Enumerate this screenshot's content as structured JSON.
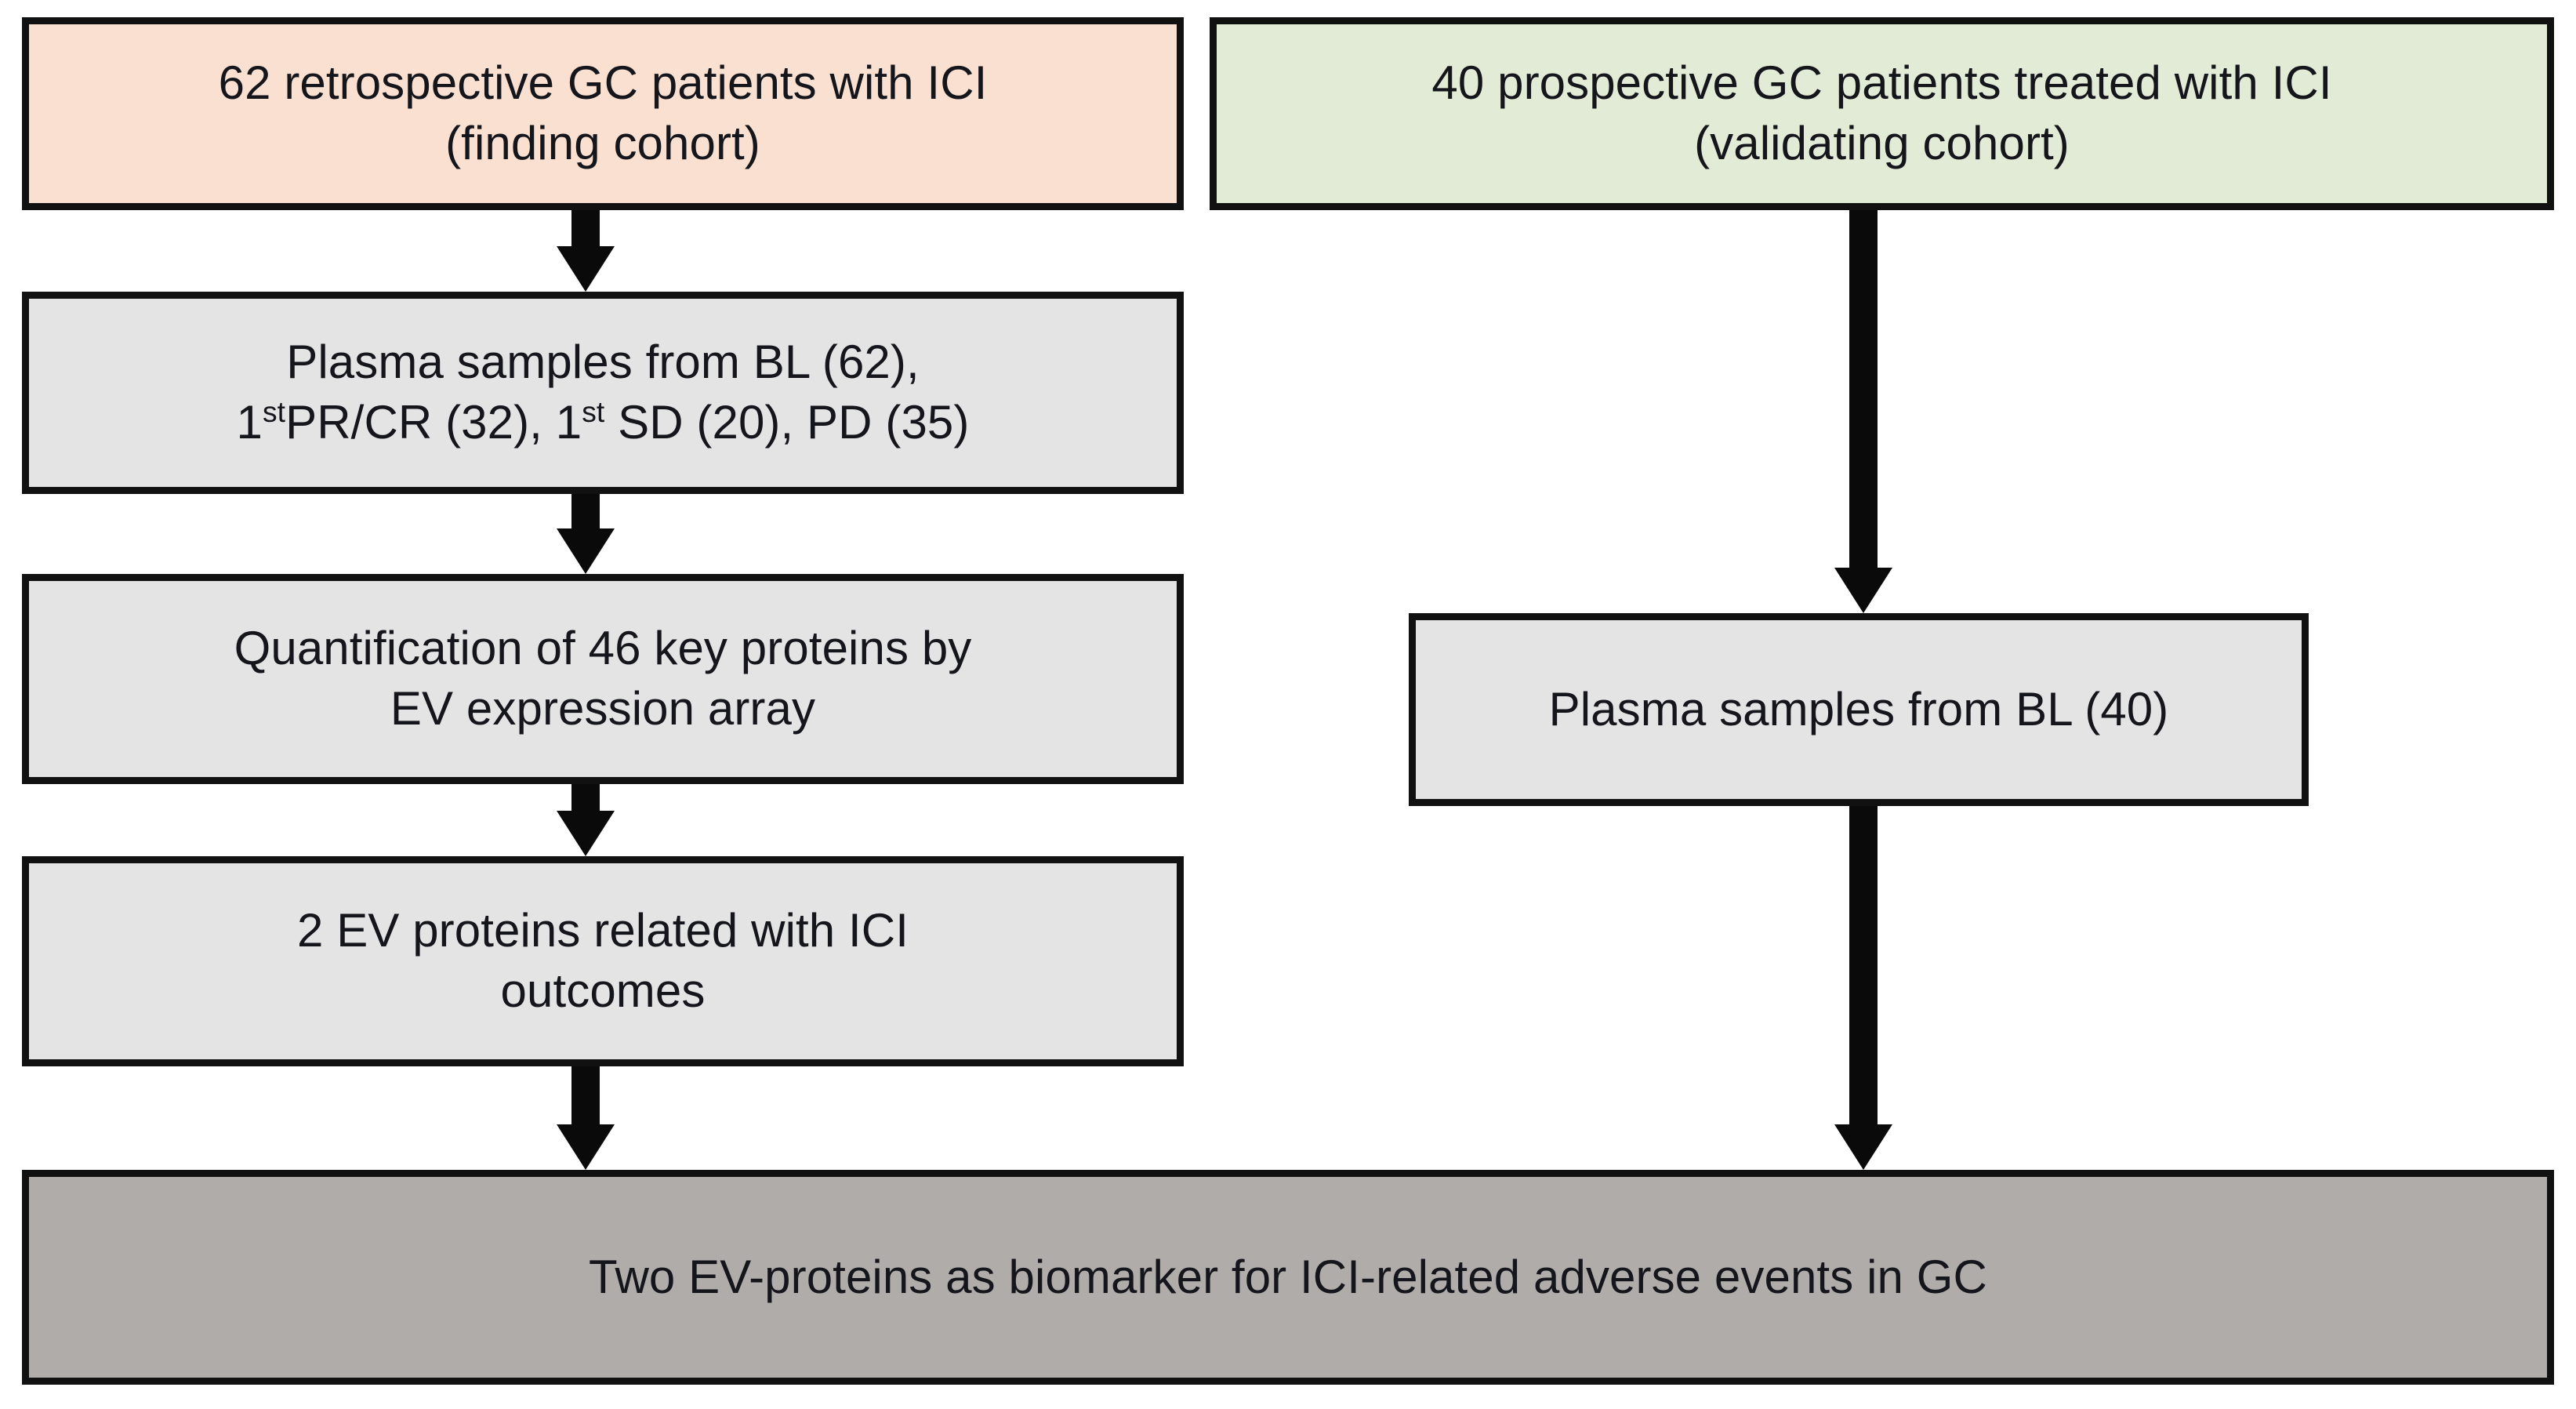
{
  "figure": {
    "type": "flowchart",
    "orientation": "top-to-bottom",
    "columns": 2,
    "background_color": "#ffffff",
    "border_color": "#111111"
  },
  "colors": {
    "finding_cohort_fill": "#f9e0d1",
    "validating_cohort_fill": "#e2ebd6",
    "process_fill": "#e4e4e4",
    "conclusion_fill": "#afacaa",
    "arrow": "#0a0a0a",
    "text": "#15151c"
  },
  "nodes": {
    "finding_cohort": {
      "line1": "62 retrospective GC patients with ICI",
      "line2": "(finding cohort)"
    },
    "validating_cohort": {
      "line1": "40 prospective GC patients treated with ICI",
      "line2": "(validating cohort)"
    },
    "plasma_samples_finding": {
      "line1": "Plasma samples from BL (62),",
      "line2_a": "1",
      "line2_sup_a": "st",
      "line2_b": "PR/CR (32), 1",
      "line2_sup_b": "st",
      "line2_c": " SD (20), PD  (35)",
      "full_text": "Plasma samples from BL (62), 1stPR/CR (32), 1st SD (20), PD  (35)"
    },
    "quantification": {
      "line1": "Quantification of 46 key proteins by",
      "line2": "EV expression array"
    },
    "ev_proteins": {
      "line1": "2 EV proteins related with ICI",
      "line2": "outcomes"
    },
    "plasma_samples_validating": {
      "line1": "Plasma samples from BL (40)"
    },
    "conclusion": {
      "line1": "Two EV-proteins as biomarker for ICI-related adverse events in GC"
    }
  },
  "edges": [
    {
      "name": "finding-to-plasma",
      "from": "finding_cohort",
      "to": "plasma_samples_finding"
    },
    {
      "name": "plasma-to-quantification",
      "from": "plasma_samples_finding",
      "to": "quantification"
    },
    {
      "name": "quantification-to-evproteins",
      "from": "quantification",
      "to": "ev_proteins"
    },
    {
      "name": "evproteins-to-conclusion",
      "from": "ev_proteins",
      "to": "conclusion"
    },
    {
      "name": "validating-to-plasma40",
      "from": "validating_cohort",
      "to": "plasma_samples_validating"
    },
    {
      "name": "plasma40-to-conclusion",
      "from": "plasma_samples_validating",
      "to": "conclusion"
    }
  ]
}
